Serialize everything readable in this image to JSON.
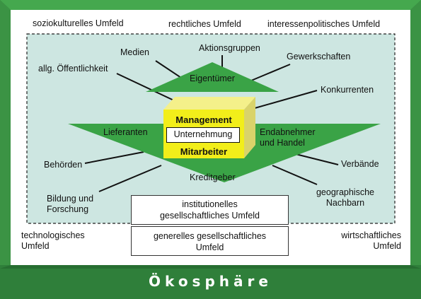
{
  "colors": {
    "frame_green": "#2f7f3a",
    "inner_teal": "#cde6e1",
    "shape_green": "#3aa346",
    "cube_yellow": "#f2ee1a"
  },
  "environment": {
    "top_left": "soziokulturelles Umfeld",
    "top_center": "rechtliches Umfeld",
    "top_right": "interessenpolitisches Umfeld",
    "bottom_left": "technologisches\nUmfeld",
    "bottom_right": "wirtschaftliches\nUmfeld",
    "institutional": "institutionelles\ngesellschaftliches Umfeld",
    "general": "generelles gesellschaftliches\nUmfeld"
  },
  "stakeholders": {
    "medien": "Medien",
    "aktionsgruppen": "Aktionsgruppen",
    "gewerkschaften": "Gewerkschaften",
    "oeffentlichkeit": "allg. Öffentlichkeit",
    "konkurrenten": "Konkurrenten",
    "lieferanten": "Lieferanten",
    "endabnehmer": "Endabnehmer\nund Handel",
    "behoerden": "Behörden",
    "verbaende": "Verbände",
    "bildung": "Bildung und\nForschung",
    "nachbarn": "geographische\nNachbarn",
    "eigentuemer": "Eigentümer",
    "kreditgeber": "Kreditgeber"
  },
  "company": {
    "management": "Management",
    "unternehmung": "Unternehmung",
    "mitarbeiter": "Mitarbeiter"
  },
  "footer": {
    "title": "Ökosphäre"
  }
}
